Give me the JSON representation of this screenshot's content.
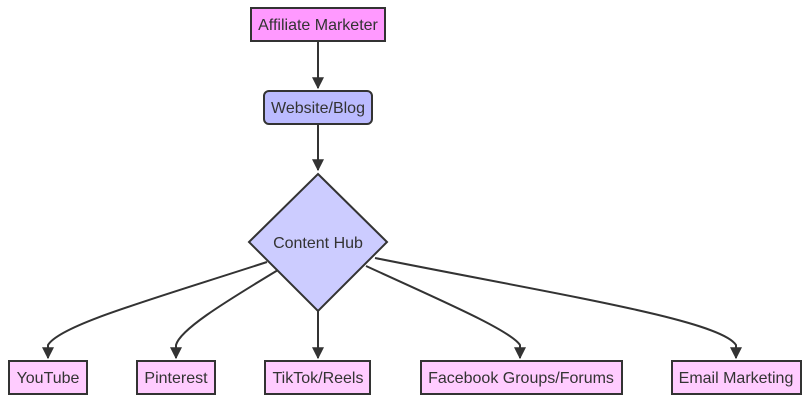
{
  "diagram": {
    "type": "flowchart",
    "direction": "top-down",
    "nodes": [
      {
        "id": "A",
        "label": "Affiliate Marketer",
        "shape": "rect",
        "fill": "#ff99ff"
      },
      {
        "id": "B",
        "label": "Website/Blog",
        "shape": "rounded-rect",
        "fill": "#bbbbff"
      },
      {
        "id": "C",
        "label": "Content Hub",
        "shape": "diamond",
        "fill": "#ccccff"
      },
      {
        "id": "D",
        "label": "YouTube",
        "shape": "rect",
        "fill": "#ffccff"
      },
      {
        "id": "E",
        "label": "Pinterest",
        "shape": "rect",
        "fill": "#ffccff"
      },
      {
        "id": "F",
        "label": "TikTok/Reels",
        "shape": "rect",
        "fill": "#ffccff"
      },
      {
        "id": "G",
        "label": "Facebook Groups/Forums",
        "shape": "rect",
        "fill": "#ffccff"
      },
      {
        "id": "H",
        "label": "Email Marketing",
        "shape": "rect",
        "fill": "#ffccff"
      }
    ],
    "edges": [
      {
        "from": "A",
        "to": "B"
      },
      {
        "from": "B",
        "to": "C"
      },
      {
        "from": "C",
        "to": "D"
      },
      {
        "from": "C",
        "to": "E"
      },
      {
        "from": "C",
        "to": "F"
      },
      {
        "from": "C",
        "to": "G"
      },
      {
        "from": "C",
        "to": "H"
      }
    ],
    "colors": {
      "stroke": "#333333",
      "text": "#333333"
    }
  }
}
